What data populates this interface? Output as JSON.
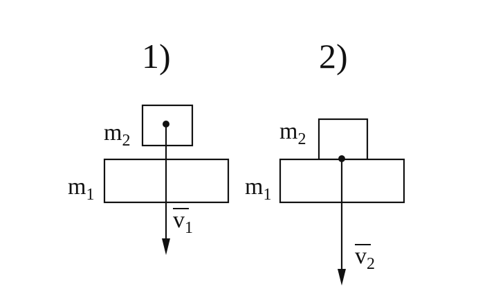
{
  "panels": [
    {
      "label": "1)",
      "top_mass": {
        "symbol": "m",
        "subscript": "2"
      },
      "bottom_mass": {
        "symbol": "m",
        "subscript": "1"
      },
      "velocity": {
        "symbol": "v",
        "subscript": "1"
      }
    },
    {
      "label": "2)",
      "top_mass": {
        "symbol": "m",
        "subscript": "2"
      },
      "bottom_mass": {
        "symbol": "m",
        "subscript": "1"
      },
      "velocity": {
        "symbol": "v",
        "subscript": "2"
      }
    }
  ],
  "colors": {
    "stroke": "#111111",
    "background": "#ffffff"
  }
}
